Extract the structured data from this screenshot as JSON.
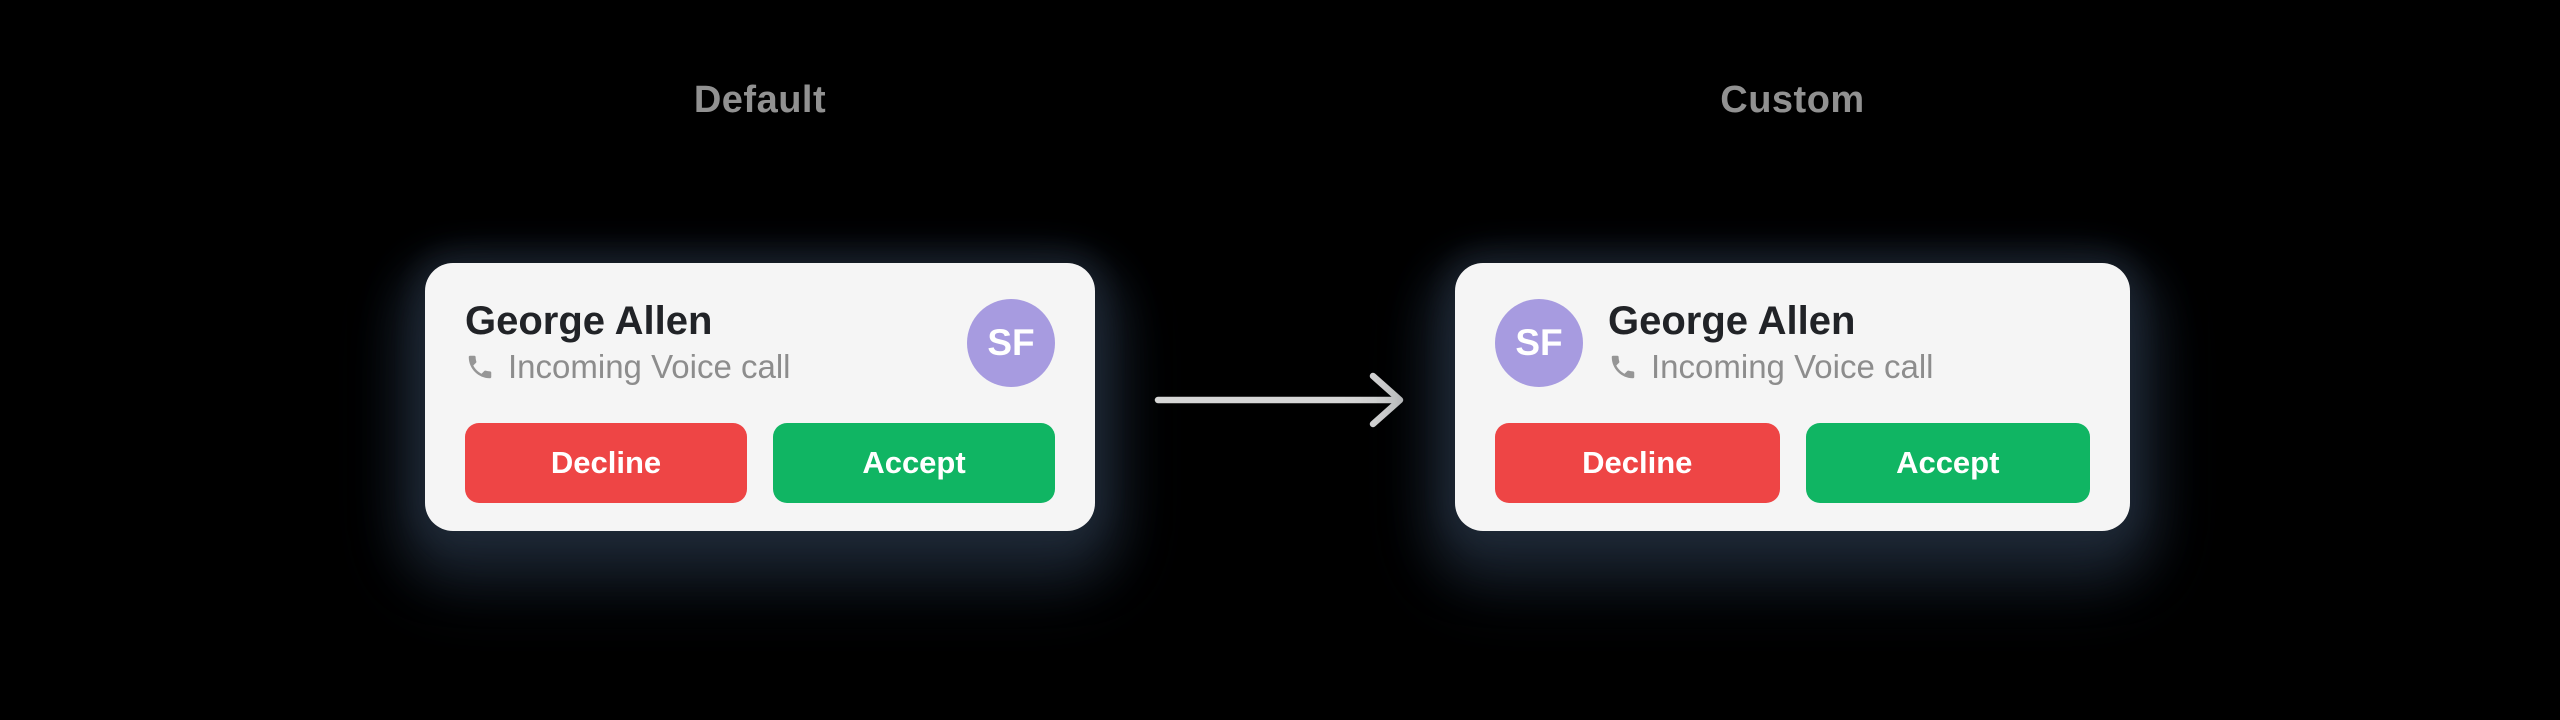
{
  "panels": {
    "default": {
      "label": "Default",
      "card": {
        "caller_name": "George Allen",
        "call_type": "Incoming Voice call",
        "avatar_initials": "SF",
        "avatar_position": "right",
        "decline_label": "Decline",
        "accept_label": "Accept"
      }
    },
    "custom": {
      "label": "Custom",
      "card": {
        "caller_name": "George Allen",
        "call_type": "Incoming Voice call",
        "avatar_initials": "SF",
        "avatar_position": "left",
        "decline_label": "Decline",
        "accept_label": "Accept"
      }
    }
  },
  "icons": {
    "phone": "phone-icon",
    "arrow": "arrow-right-icon"
  },
  "colors": {
    "background": "#000000",
    "card_background": "#f5f5f5",
    "caller_name_text": "#212327",
    "call_type_text": "#8d8d8d",
    "panel_label_text": "#919191",
    "decline_button": "#ee4545",
    "accept_button": "#10b563",
    "button_text": "#ffffff",
    "avatar_background": "#a79be0",
    "avatar_text": "#ffffff",
    "arrow": "#d6d6d6"
  }
}
